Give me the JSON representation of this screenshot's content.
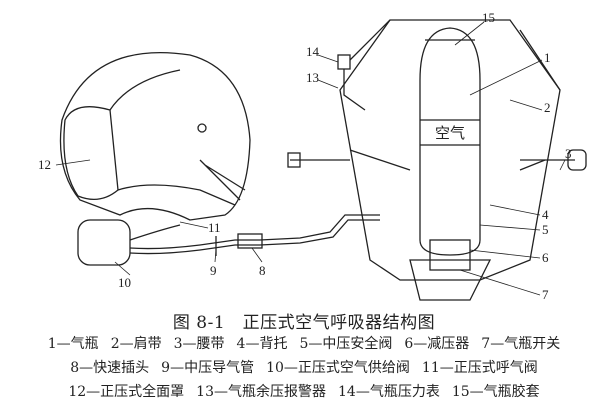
{
  "figure": {
    "cylinder_text": "空气",
    "callouts": [
      "1",
      "2",
      "3",
      "4",
      "5",
      "6",
      "7",
      "8",
      "9",
      "10",
      "11",
      "12",
      "13",
      "14",
      "15"
    ]
  },
  "caption": {
    "title": "图 8-1　正压式空气呼吸器结构图",
    "legend_lines": [
      [
        "1—气瓶",
        "2—肩带",
        "3—腰带",
        "4—背托",
        "5—中压安全阀",
        "6—减压器",
        "7—气瓶开关"
      ],
      [
        "8—快速插头",
        "9—中压导气管",
        "10—正压式空气供给阀",
        "11—正压式呼气阀"
      ],
      [
        "12—正压式全面罩",
        "13—气瓶余压报警器",
        "14—气瓶压力表",
        "15—气瓶胶套"
      ]
    ]
  }
}
